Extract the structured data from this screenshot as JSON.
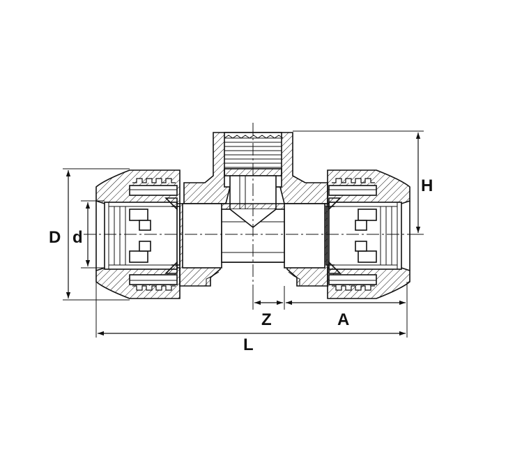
{
  "colors": {
    "line": "#111111",
    "background": "#ffffff"
  },
  "dimensions": {
    "D": "D",
    "d": "d",
    "H": "H",
    "Z": "Z",
    "A": "A",
    "L": "L"
  }
}
